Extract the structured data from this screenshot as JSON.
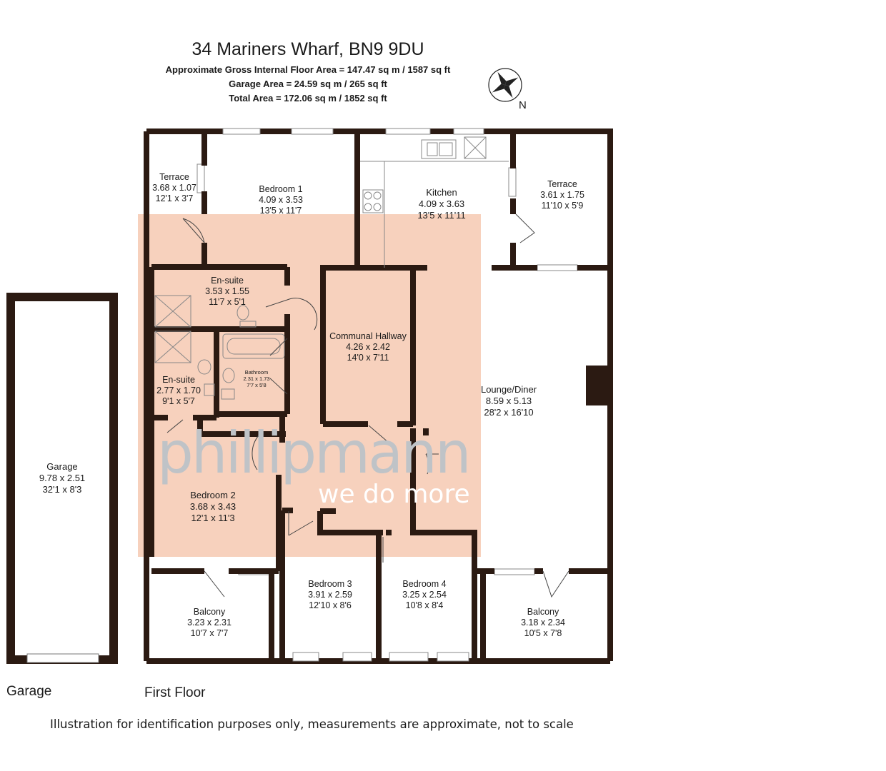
{
  "header": {
    "address": "34 Mariners Wharf, BN9 9DU",
    "area_lines": [
      "Approximate Gross Internal Floor Area = 147.47 sq m / 1587 sq ft",
      "Garage Area = 24.59 sq m / 265 sq ft",
      "Total Area = 172.06 sq m / 1852 sq ft"
    ]
  },
  "compass": {
    "label": "N",
    "icon": "compass-rose-icon"
  },
  "rooms": [
    {
      "id": "terrace-left",
      "name": "Terrace",
      "metric": "3.68 x 1.07",
      "imperial": "12'1 x 3'7"
    },
    {
      "id": "bedroom-1",
      "name": "Bedroom 1",
      "metric": "4.09 x 3.53",
      "imperial": "13'5 x 11'7"
    },
    {
      "id": "kitchen",
      "name": "Kitchen",
      "metric": "4.09 x 3.63",
      "imperial": "13'5 x 11'11"
    },
    {
      "id": "terrace-right",
      "name": "Terrace",
      "metric": "3.61 x 1.75",
      "imperial": "11'10 x 5'9"
    },
    {
      "id": "en-suite-1",
      "name": "En-suite",
      "metric": "3.53 x 1.55",
      "imperial": "11'7 x 5'1"
    },
    {
      "id": "communal-hallway",
      "name": "Communal Hallway",
      "metric": "4.26 x 2.42",
      "imperial": "14'0 x 7'11"
    },
    {
      "id": "en-suite-2",
      "name": "En-suite",
      "metric": "2.77 x 1.70",
      "imperial": "9'1 x 5'7"
    },
    {
      "id": "bathroom",
      "name": "Bathroom",
      "metric": "2.31 x 1.73",
      "imperial": "7'7 x 5'8"
    },
    {
      "id": "lounge-diner",
      "name": "Lounge/Diner",
      "metric": "8.59 x 5.13",
      "imperial": "28'2 x 16'10"
    },
    {
      "id": "garage",
      "name": "Garage",
      "metric": "9.78 x 2.51",
      "imperial": "32'1 x 8'3"
    },
    {
      "id": "bedroom-2",
      "name": "Bedroom 2",
      "metric": "3.68 x 3.43",
      "imperial": "12'1 x 11'3"
    },
    {
      "id": "bedroom-3",
      "name": "Bedroom 3",
      "metric": "3.91 x 2.59",
      "imperial": "12'10 x 8'6"
    },
    {
      "id": "bedroom-4",
      "name": "Bedroom 4",
      "metric": "3.25 x 2.54",
      "imperial": "10'8 x 8'4"
    },
    {
      "id": "balcony-left",
      "name": "Balcony",
      "metric": "3.23 x 2.31",
      "imperial": "10'7 x 7'7"
    },
    {
      "id": "balcony-right",
      "name": "Balcony",
      "metric": "3.18 x 2.34",
      "imperial": "10'5 x 7'8"
    }
  ],
  "floor_captions": {
    "garage": "Garage",
    "first_floor": "First Floor"
  },
  "watermark": {
    "brand": "phillipmann",
    "tagline": "we do more"
  },
  "colors": {
    "wall": "#2b1a12",
    "highlight": "#f6c9b1",
    "wm_grey": "#bfc3c7",
    "wm_white": "#ffffff"
  },
  "footnote": "Illustration for identification purposes only, measurements are approximate, not to scale"
}
